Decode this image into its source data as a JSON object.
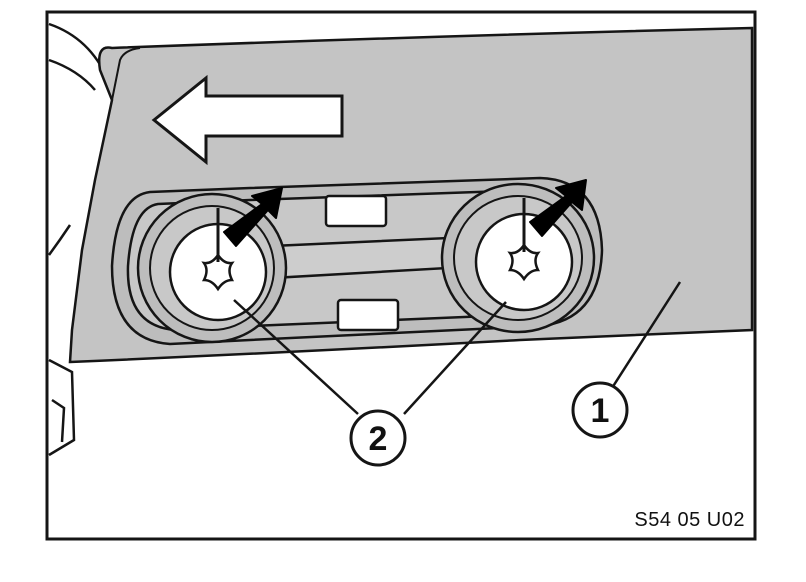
{
  "callouts": {
    "part_1": "1",
    "part_2": "2"
  },
  "figure_code": "S54 05 U02",
  "colors": {
    "panel_gray": "#c4c4c4",
    "line": "#151515",
    "background": "#ffffff",
    "arrow_fill": "#ffffff",
    "marker_fill": "#000000"
  },
  "icons": {
    "direction": "left-arrow-icon",
    "screws": "torx-screw-icon",
    "markers": "pointer-arrow-icon"
  }
}
